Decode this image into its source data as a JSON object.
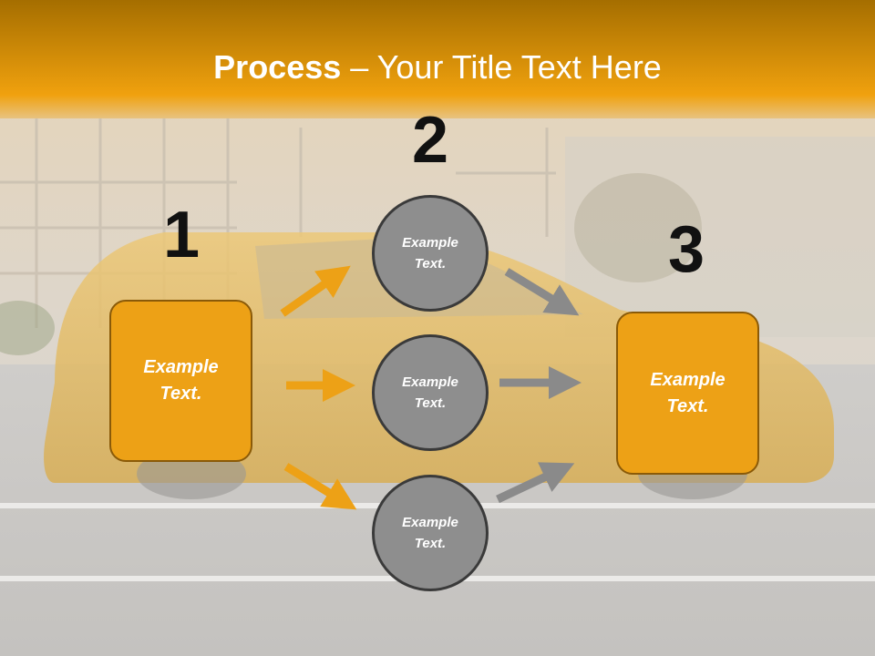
{
  "title": {
    "bold": "Process",
    "rest": " – Your Title Text Here"
  },
  "steps": [
    {
      "number": "1",
      "text": "Example\nText."
    },
    {
      "number": "2",
      "text": "Example\nText."
    },
    {
      "number": "3",
      "text": "Example\nText."
    }
  ],
  "circles": [
    {
      "text": "Example\nText."
    },
    {
      "text": "Example\nText."
    },
    {
      "text": "Example\nText."
    }
  ],
  "colors": {
    "accent_orange": "#eda116",
    "circle_gray": "#8e8e8e",
    "arrow_orange": "#eda116",
    "arrow_gray": "#8a8a8a"
  },
  "background": "taxi-street-photo"
}
